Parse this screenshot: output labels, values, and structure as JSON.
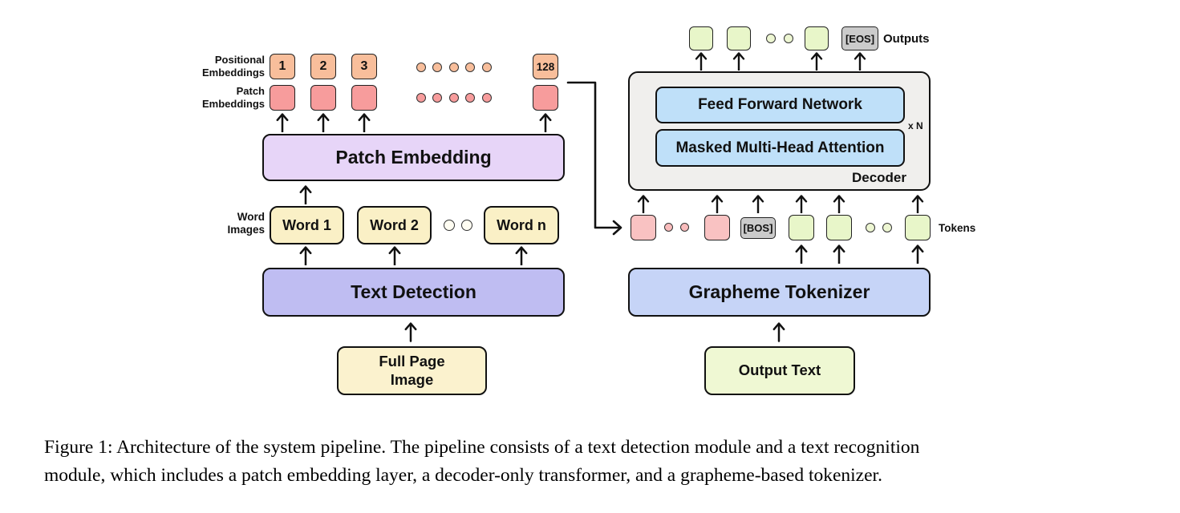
{
  "diagram": {
    "labels": {
      "positional1": "Positional",
      "positional2": "Embeddings",
      "patch1": "Patch",
      "patch2": "Embeddings",
      "word_images1": "Word",
      "word_images2": "Images",
      "outputs": "Outputs",
      "tokens": "Tokens",
      "x_n": "x N",
      "decoder": "Decoder"
    },
    "positional_tokens": {
      "p1": "1",
      "p2": "2",
      "p3": "3",
      "p128": "128"
    },
    "special_tokens": {
      "eos": "[EOS]",
      "bos": "[BOS]"
    },
    "blocks": {
      "patch_embedding": "Patch Embedding",
      "text_detection": "Text Detection",
      "full_page1": "Full Page",
      "full_page2": "Image",
      "word1": "Word 1",
      "word2": "Word 2",
      "wordn": "Word n",
      "ffn": "Feed Forward Network",
      "mmha": "Masked Multi-Head Attention",
      "grapheme_tokenizer": "Grapheme Tokenizer",
      "output_text": "Output Text"
    }
  },
  "caption": {
    "line1": "Figure 1: Architecture of the system pipeline. The pipeline consists of a text detection module and a text recognition",
    "line2": "module, which includes a patch embedding layer, a decoder-only transformer, and a grapheme-based tokenizer."
  },
  "colors": {
    "positional_orange": "#F8BE9B",
    "patch_pink": "#F79C9C",
    "token_pink": "#F9C2C2",
    "token_green": "#E8F6C9",
    "special_token_gray": "#CBCBCB",
    "patch_embedding_purple": "#E7D5F8",
    "text_detection_periwinkle": "#BFBDF2",
    "word_yellow": "#FAF0C6",
    "full_page_cream": "#FBF2CE",
    "decoder_gray": "#F0EFED",
    "attention_blue": "#BFE0F9",
    "tokenizer_blue": "#C6D4F7",
    "output_text_green": "#EFF8D3"
  }
}
